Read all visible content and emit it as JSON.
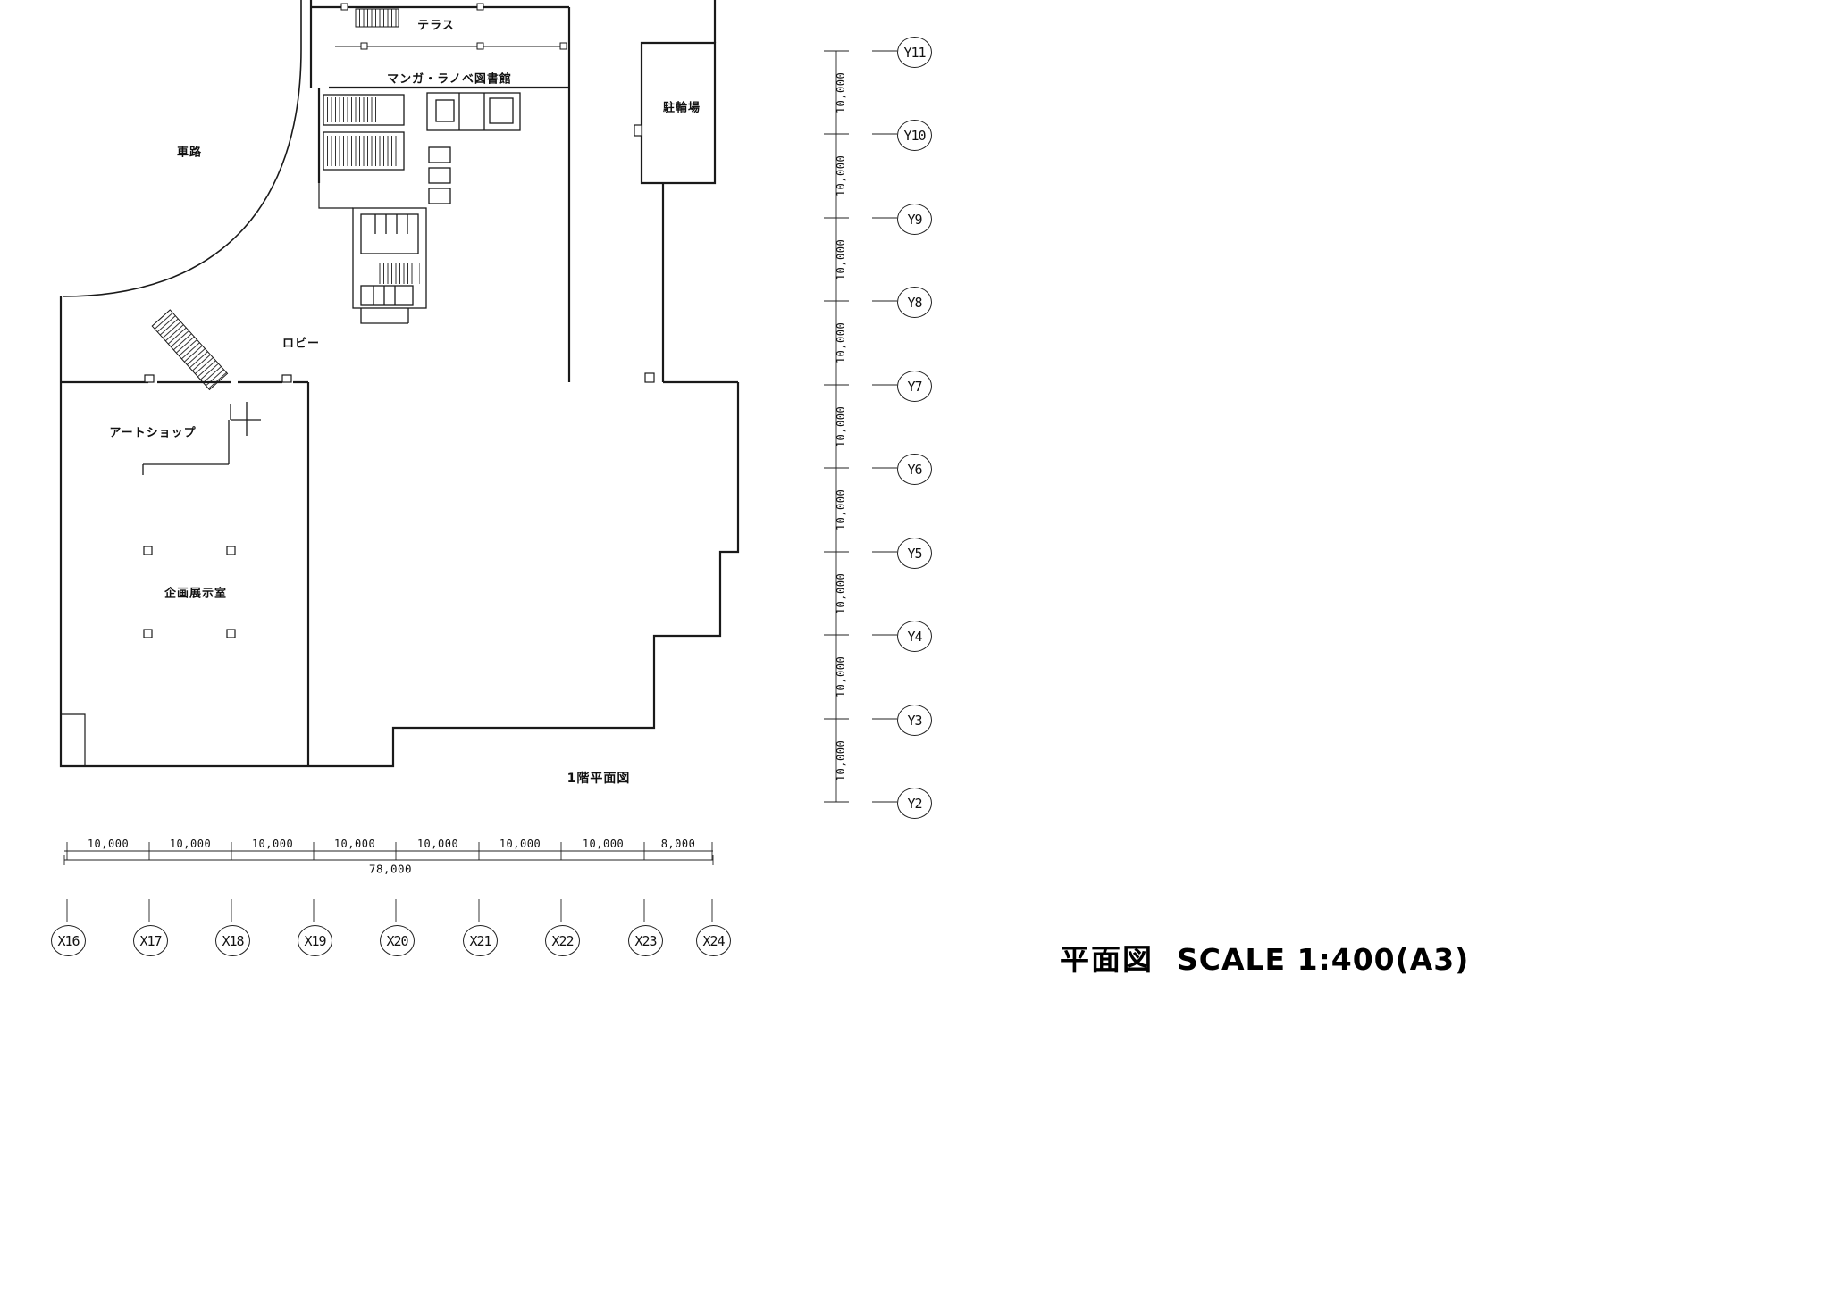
{
  "meta": {
    "doc_title": "平面図",
    "scale_label": "SCALE 1:400(A3)"
  },
  "plan": {
    "caption": "1階平面図",
    "room_labels": {
      "driveway": "車路",
      "terrace": "テラス",
      "library": "マンガ・ラノベ図書館",
      "bicycle_parking": "駐輪場",
      "lobby": "ロビー",
      "art_shop": "アートショップ",
      "exhibition_room": "企画展示室"
    }
  },
  "grid": {
    "y": {
      "bubbles": [
        "Y11",
        "Y10",
        "Y9",
        "Y8",
        "Y7",
        "Y6",
        "Y5",
        "Y4",
        "Y3",
        "Y2"
      ],
      "spacings": [
        "10,000",
        "10,000",
        "10,000",
        "10,000",
        "10,000",
        "10,000",
        "10,000",
        "10,000",
        "10,000"
      ]
    },
    "x": {
      "bubbles": [
        "X16",
        "X17",
        "X18",
        "X19",
        "X20",
        "X21",
        "X22",
        "X23",
        "X24"
      ],
      "spacings": [
        "10,000",
        "10,000",
        "10,000",
        "10,000",
        "10,000",
        "10,000",
        "10,000",
        "8,000"
      ],
      "total": "78,000"
    }
  }
}
